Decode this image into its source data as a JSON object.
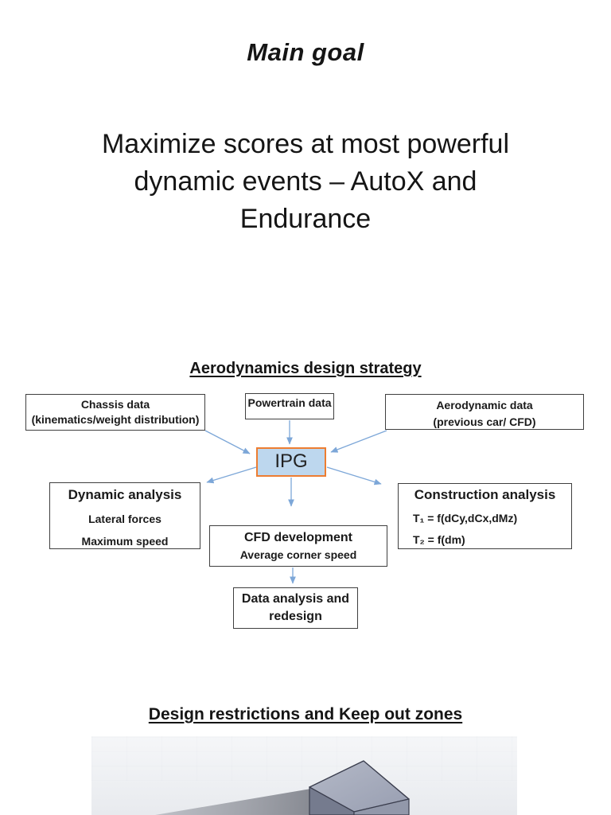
{
  "main": {
    "title": "Main goal",
    "statement": "Maximize scores at most powerful dynamic events – AutoX and Endurance"
  },
  "diagram": {
    "title": "Aerodynamics design strategy",
    "arrow_color": "#7da7d8",
    "nodes": {
      "chassis": {
        "title": "Chassis data",
        "subtitle": "(kinematics/weight distribution)"
      },
      "powertrain": {
        "title": "Powertrain data"
      },
      "aero": {
        "title": "Aerodynamic data",
        "subtitle": "(previous car/ CFD)"
      },
      "ipg": {
        "title": "IPG",
        "fill": "#bdd7ee",
        "border": "#ed7d31"
      },
      "dynamic": {
        "title": "Dynamic analysis",
        "lines": [
          "Lateral forces",
          "Maximum speed"
        ]
      },
      "cfd": {
        "title": "CFD development",
        "subtitle": "Average corner speed"
      },
      "construction": {
        "title": "Construction analysis",
        "lines": [
          "T₁ = f(dCy,dCx,dMz)",
          "T₂ = f(dm)"
        ]
      },
      "redesign": {
        "title": "Data analysis and redesign"
      }
    }
  },
  "restrictions": {
    "title": "Design restrictions and Keep out zones",
    "image": "cad-cube-3d-render",
    "image_colors": {
      "cube_top": "#a8adbd",
      "cube_left": "#757b8e",
      "cube_right": "#9298aa",
      "shadow": "#6f727b",
      "background": "#eef0f3"
    }
  }
}
